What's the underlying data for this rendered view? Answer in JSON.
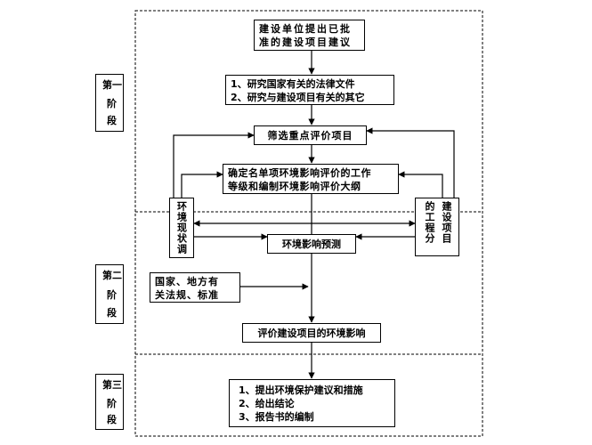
{
  "stages": [
    {
      "label_top": "第",
      "label_mid": "一",
      "label_bot": "阶",
      "label_end": "段"
    },
    {
      "label_top": "第",
      "label_mid": "二",
      "label_bot": "阶",
      "label_end": "段"
    },
    {
      "label_top": "第",
      "label_mid": "三",
      "label_bot": "阶",
      "label_end": "段"
    }
  ],
  "nodes": {
    "proposal": [
      "建设单位提出已批",
      "准的建设项目建议"
    ],
    "laws_study": [
      "1、研究国家有关的法律文件",
      "2、研究与建设项目有关的其它"
    ],
    "screening": "筛选重点评价项目",
    "grade_outline": [
      "确定名单项环境影响评价的工作",
      "等级和编制环境影响评价大纲"
    ],
    "status_survey": "环境现状调",
    "engineering_analysis_a": "的工程分",
    "engineering_analysis_b": "建设项目",
    "impact_prediction": "环境影响预测",
    "national_laws": [
      "国家、地方有",
      "关法规、标准"
    ],
    "impact_evaluation": "评价建设项目的环境影响",
    "conclusions": [
      "1、提出环境保护建议和措施",
      "2、给出结论",
      "3、报告书的编制"
    ]
  }
}
